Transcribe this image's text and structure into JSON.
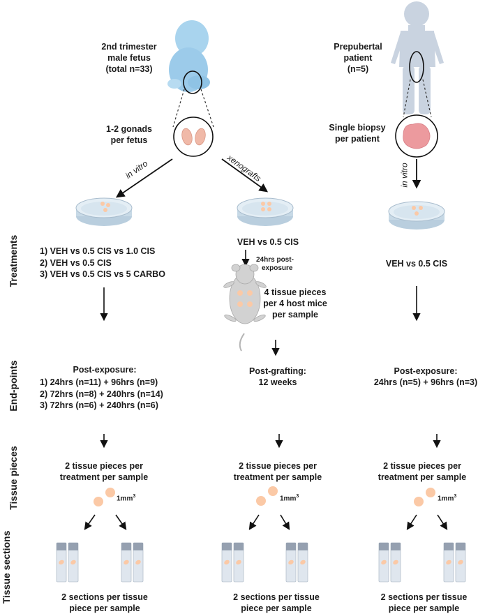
{
  "row_labels": {
    "treatments": "Treatments",
    "end_points": "End-points",
    "tissue_pieces": "Tissue pieces",
    "tissue_sections": "Tissue sections"
  },
  "fetus": {
    "title_line1": "2nd trimester",
    "title_line2": "male fetus",
    "title_line3": "(total n=33)",
    "gonads_line1": "1-2 gonads",
    "gonads_line2": "per fetus"
  },
  "patient": {
    "title_line1": "Prepubertal",
    "title_line2": "patient",
    "title_line3": "(n=5)",
    "biopsy_line1": "Single biopsy",
    "biopsy_line2": "per patient"
  },
  "routes": {
    "in_vitro_left": "in vitro",
    "xenografts": "xenografts",
    "in_vitro_right": "in vitro"
  },
  "treatments": {
    "left_1": "1) VEH vs 0.5 CIS vs 1.0 CIS",
    "left_2": "2) VEH vs 0.5 CIS",
    "left_3": "3) VEH vs 0.5 CIS vs 5 CARBO",
    "middle": "VEH vs 0.5 CIS",
    "right": "VEH vs 0.5 CIS"
  },
  "xenograft": {
    "post_exposure_line1": "24hrs post-",
    "post_exposure_line2": "exposure",
    "mice_line1": "4 tissue pieces",
    "mice_line2": "per 4 host mice",
    "mice_line3": "per sample"
  },
  "end_points": {
    "left_title": "Post-exposure:",
    "left_1": "1) 24hrs (n=11) + 96hrs (n=9)",
    "left_2": "2) 72hrs (n=8) + 240hrs (n=14)",
    "left_3": "3) 72hrs (n=6) + 240hrs (n=6)",
    "middle_line1": "Post-grafting:",
    "middle_line2": "12 weeks",
    "right_line1": "Post-exposure:",
    "right_line2": "24hrs (n=5) + 96hrs (n=3)"
  },
  "tissue_pieces": {
    "line1": "2 tissue pieces per",
    "line2": "treatment per sample",
    "size": "1mm",
    "size_exp": "3"
  },
  "tissue_sections": {
    "line1": "2 sections per tissue",
    "line2": "piece per sample"
  },
  "colors": {
    "fetus": "#a9d4ee",
    "patient": "#c9d3e0",
    "gonad": "#f0b9a8",
    "biopsy": "#ec9a9e",
    "tissue": "#fbc9a6",
    "dish": "#d9e6f0",
    "slide": "#dfe6ee",
    "slide_label": "#95a0b0",
    "mouse": "#d2d2d2"
  }
}
